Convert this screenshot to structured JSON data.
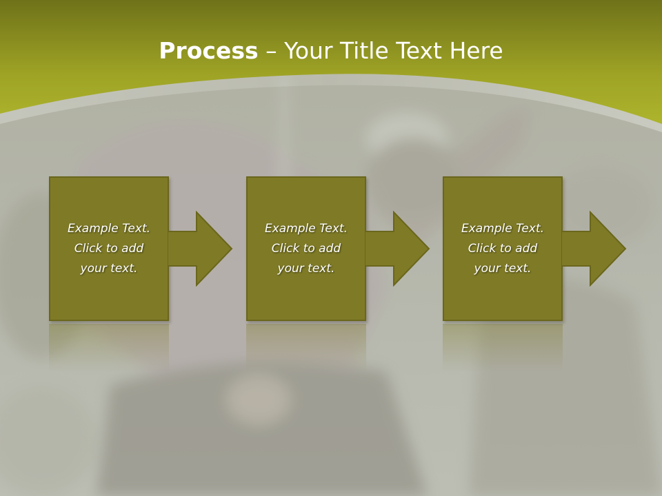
{
  "slide": {
    "title_bold": "Process",
    "title_rest": " – Your Title Text Here",
    "steps": [
      {
        "line1": "Example Text.",
        "line2": "Click  to add",
        "line3": "your text."
      },
      {
        "line1": "Example Text.",
        "line2": "Click  to add",
        "line3": "your text."
      },
      {
        "line1": "Example Text.",
        "line2": "Click  to add",
        "line3": "your text."
      }
    ]
  },
  "colors": {
    "header_olive_dark": "#6f7219",
    "header_olive_light": "#a9b02a",
    "box_fill": "#7e7a26",
    "box_border": "#6a661c",
    "background": "#b9bab0"
  }
}
